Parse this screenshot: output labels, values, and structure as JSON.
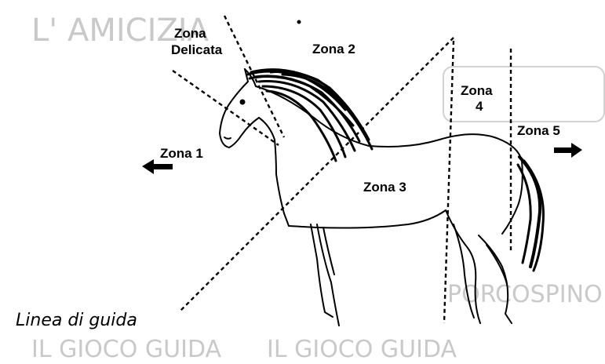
{
  "labels": {
    "zona_delicata_1": "Zona",
    "zona_delicata_2": "Delicata",
    "zona_2": "Zona 2",
    "zona_1": "Zona 1",
    "zona_3": "Zona 3",
    "zona_4_1": "Zona",
    "zona_4_2": "4",
    "zona_5": "Zona 5",
    "linea_di_guida": "Linea di guida"
  },
  "background_text": {
    "top_title": "L' AMICIZIA",
    "bottom_left": "IL GIOCO GUIDA",
    "bottom_right": "IL GIOCO GUIDA",
    "mid_right": "PORCOSPINO"
  },
  "colors": {
    "ink": "#000000",
    "ghost_text": "#c9c9c9",
    "background": "#ffffff"
  }
}
